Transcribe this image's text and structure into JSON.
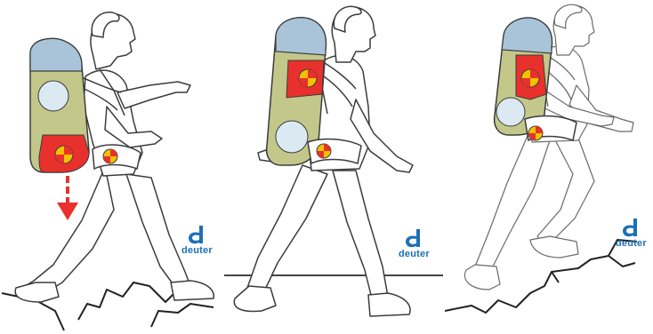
{
  "brand": {
    "name": "deuter",
    "color": "#1d6fb8"
  },
  "colors": {
    "pack_body": "#c3c78a",
    "pack_top": "#a9c4d8",
    "load_weight": "#e8312d",
    "load_pad": "#dbe9f3",
    "weight_symbol_yellow": "#f2c200",
    "outline": "#3c3c3c",
    "terrain": "#222222"
  },
  "panels": [
    {
      "id": "panel-1",
      "weight_position": "bottom",
      "arrow": "down",
      "ground": "rocky"
    },
    {
      "id": "panel-2",
      "weight_position": "top",
      "arrow": "none",
      "ground": "flat"
    },
    {
      "id": "panel-3",
      "weight_position": "middle",
      "arrow": "none",
      "ground": "rocky-uphill"
    }
  ],
  "icons": [
    "deuter-logo-icon",
    "weight-symbol-icon",
    "down-arrow-icon"
  ]
}
